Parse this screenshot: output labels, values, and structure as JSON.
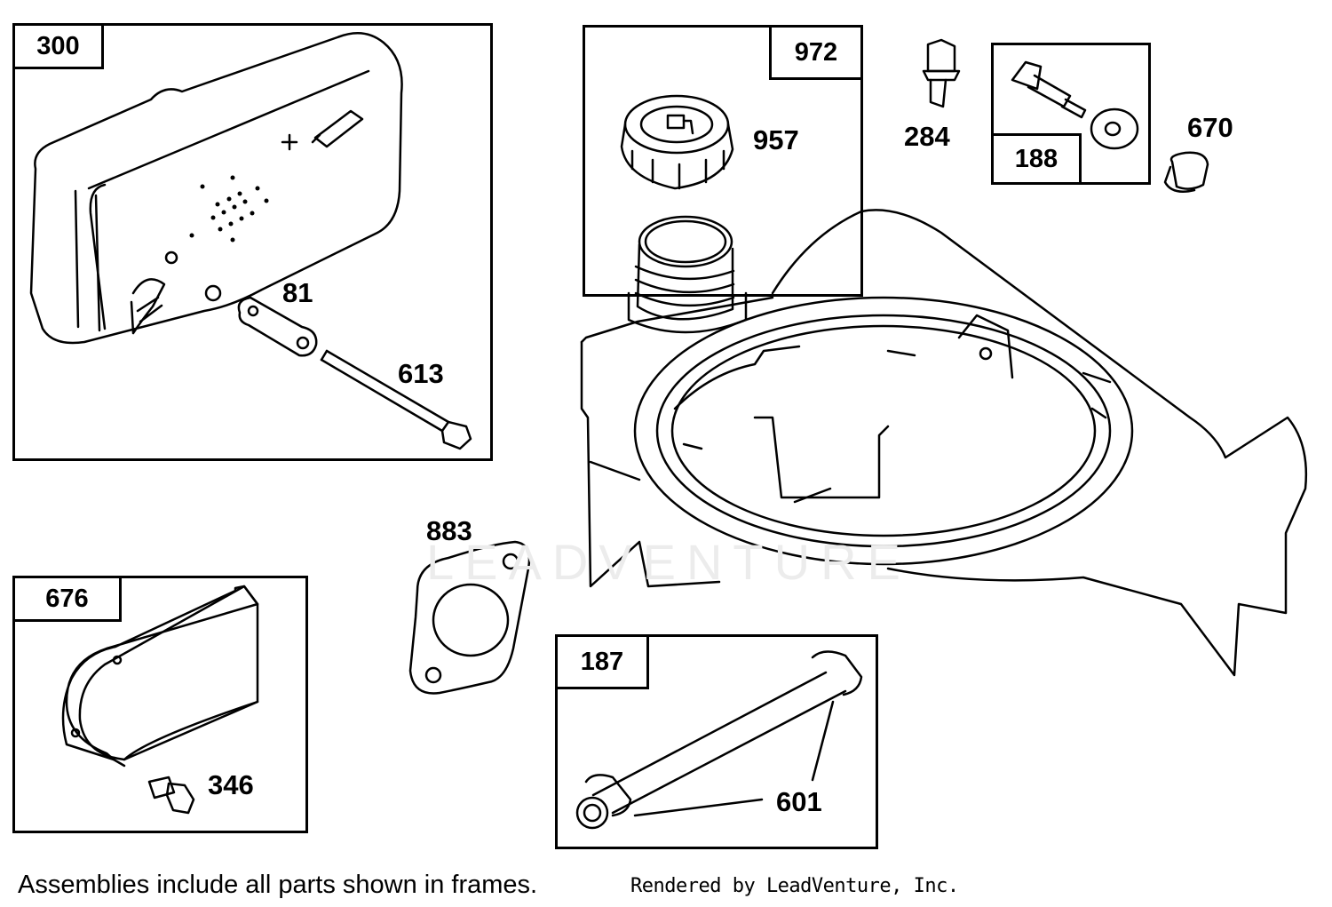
{
  "frames": {
    "muffler_assembly": "300",
    "fuel_cap_assembly": "972",
    "screw_washer_assembly": "188",
    "muffler_guard_assembly": "676",
    "fuel_line_assembly": "187"
  },
  "callouts": {
    "lock_washer": "81",
    "screw_long": "613",
    "fuel_cap": "957",
    "screw_284": "284",
    "spacer": "670",
    "gasket": "883",
    "screw_346": "346",
    "clamp": "601"
  },
  "watermark": "LEADVENTURE",
  "footnote": "Assemblies include all parts shown in frames.",
  "credit": "Rendered by LeadVenture, Inc."
}
